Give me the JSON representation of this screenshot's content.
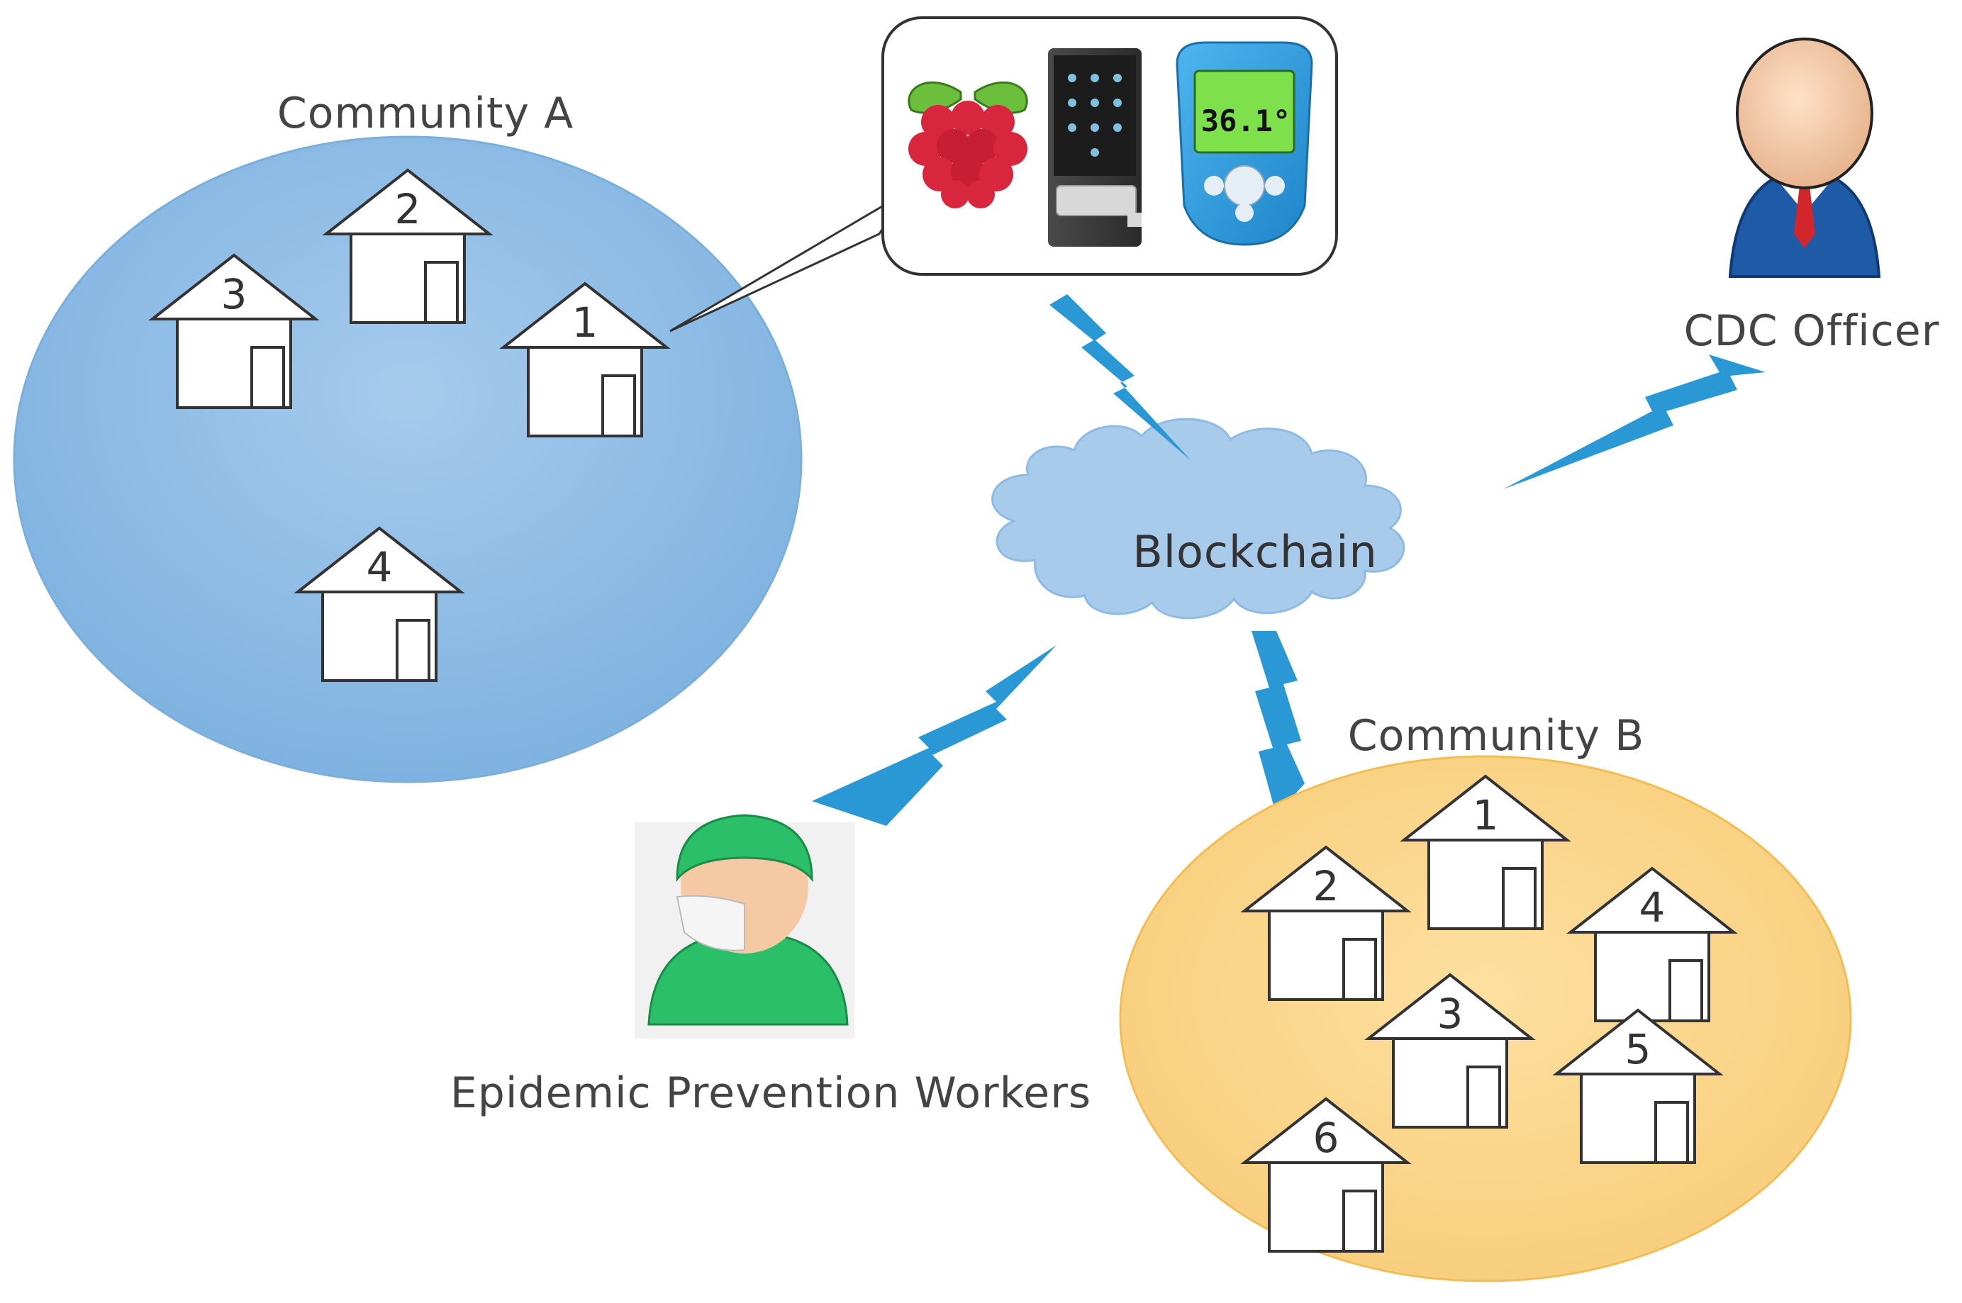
{
  "community_a": {
    "label": "Community A",
    "houses": [
      "1",
      "2",
      "3",
      "4"
    ]
  },
  "community_b": {
    "label": "Community B",
    "houses": [
      "1",
      "2",
      "3",
      "4",
      "5",
      "6"
    ]
  },
  "blockchain": {
    "label": "Blockchain"
  },
  "cdc_officer": {
    "label": "CDC Officer"
  },
  "workers": {
    "label": "Epidemic Prevention Workers"
  },
  "devices": {
    "items": [
      "raspberry-pi",
      "smart-door-lock",
      "thermometer"
    ],
    "thermometer_reading": "36.1°"
  },
  "colors": {
    "community_a_fill": "#8fbde6",
    "community_b_fill": "#fbd58a",
    "cloud_fill": "#a8cbec",
    "link_bolt": "#2a98d4"
  }
}
